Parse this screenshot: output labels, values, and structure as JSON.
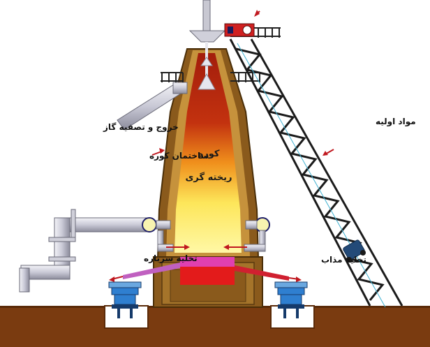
{
  "labels": {
    "gas_outlet": "خروج و تصفیه گاز",
    "furnace_structure": "ساختمان کوره",
    "coke": "کوره",
    "smelting": "ریخته گری",
    "raw_materials": "مواد اولیه",
    "slag_discharge": "تخلیه سرباره",
    "metal_discharge": "تخلیه مذاب"
  },
  "colors": {
    "ground": "#7a3b10",
    "brick_outer": "#8a5a1c",
    "brick_light": "#c6923c",
    "hot_core": "#fff36b",
    "mid_core": "#f39a1e",
    "top_core": "#b3240f",
    "slag": "#e040b0",
    "molten": "#e31b1b",
    "arrow": "#c0181f",
    "pipe": "#d9d9e3",
    "conveyor": "#1b1b1b",
    "equipment": "#2f7fd0"
  }
}
